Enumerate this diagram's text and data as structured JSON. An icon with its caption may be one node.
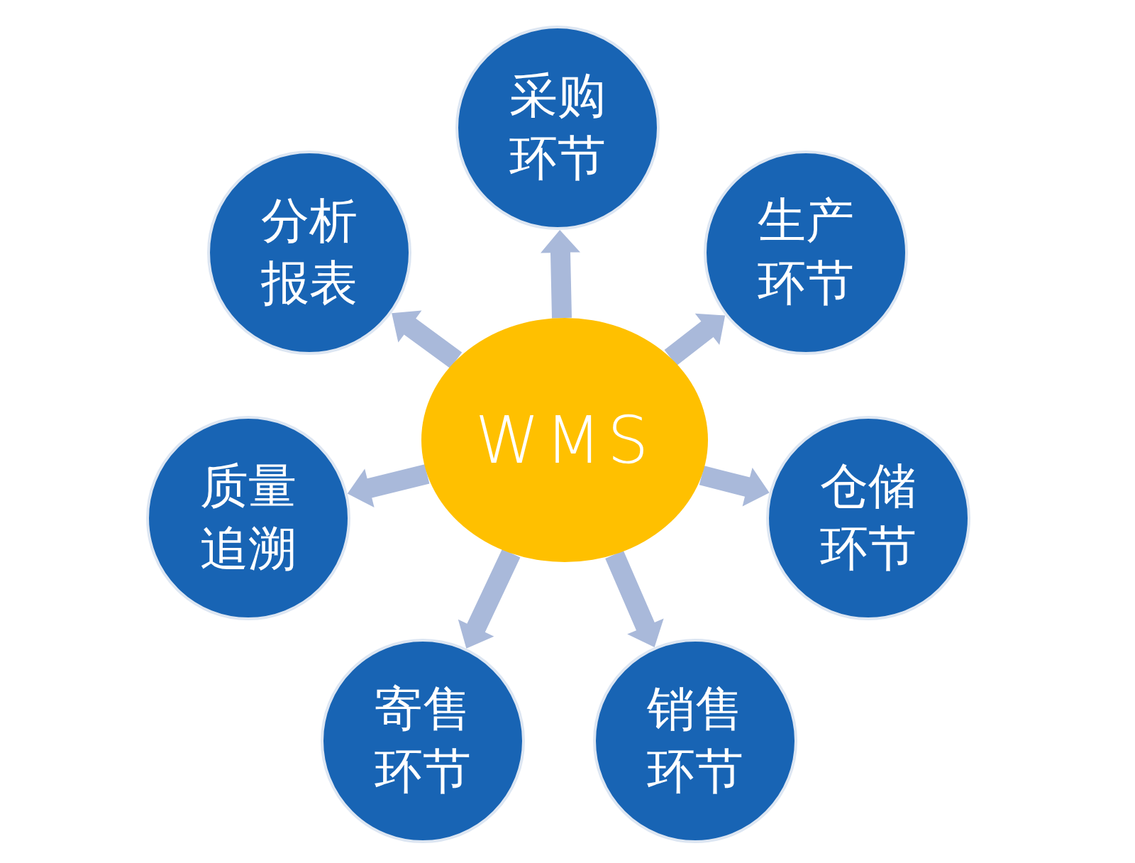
{
  "diagram": {
    "nodes": [
      {
        "text": [
          "WMS"
        ]
      },
      {
        "text": [
          "采购环节"
        ]
      },
      {
        "text": [
          "生产环节"
        ]
      },
      {
        "text": [
          "仓储环节"
        ]
      },
      {
        "text": [
          "销售环节"
        ]
      },
      {
        "text": [
          "寄售环节"
        ]
      },
      {
        "text": [
          "质量追溯"
        ]
      },
      {
        "text": [
          "分析报表"
        ]
      }
    ],
    "edges": [
      {
        "from": 0,
        "to": 1,
        "arrow": "to"
      },
      {
        "from": 0,
        "to": 2,
        "arrow": "to"
      },
      {
        "from": 0,
        "to": 3,
        "arrow": "to"
      },
      {
        "from": 0,
        "to": 4,
        "arrow": "to"
      },
      {
        "from": 0,
        "to": 5,
        "arrow": "to"
      },
      {
        "from": 0,
        "to": 6,
        "arrow": "to"
      },
      {
        "from": 0,
        "to": 7,
        "arrow": "to"
      }
    ]
  }
}
